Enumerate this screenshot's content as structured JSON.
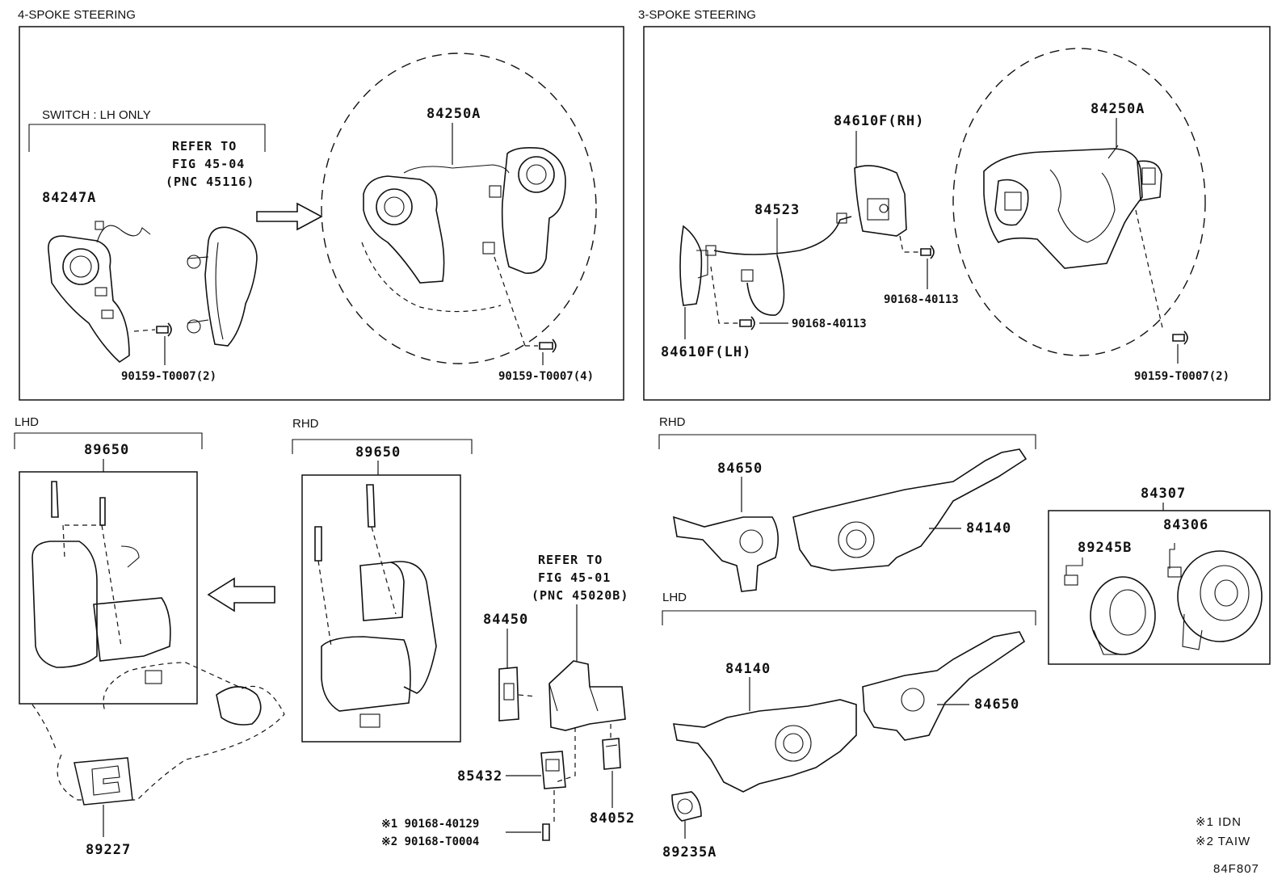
{
  "panels": {
    "four_spoke": {
      "title": "4-SPOKE STEERING",
      "note": "SWITCH : LH ONLY",
      "refer": [
        "REFER TO",
        "FIG 45-04",
        "(PNC 45116)"
      ]
    },
    "three_spoke": {
      "title": "3-SPOKE STEERING"
    },
    "lhd_left": {
      "title": "LHD"
    },
    "rhd_left": {
      "title": "RHD"
    },
    "rhd_right": {
      "title": "RHD"
    },
    "lhd_right": {
      "title": "LHD"
    },
    "center_refer": [
      "REFER TO",
      "FIG 45-01",
      "(PNC 45020B)"
    ]
  },
  "parts": {
    "p84247A": "84247A",
    "p84250A_a": "84250A",
    "p90159_2a": "90159-T0007(2)",
    "p90159_4": "90159-T0007(4)",
    "p84610F_RH": "84610F(RH)",
    "p84250A_b": "84250A",
    "p84523": "84523",
    "p90168_40113_a": "90168-40113",
    "p90168_40113_b": "90168-40113",
    "p84610F_LH": "84610F(LH)",
    "p90159_2b": "90159-T0007(2)",
    "p89650_a": "89650",
    "p89650_b": "89650",
    "p89227": "89227",
    "p84450": "84450",
    "p85432": "85432",
    "p84052": "84052",
    "p90168_40129": "※1 90168-40129",
    "p90168_T0004": "※2 90168-T0004",
    "p84650_a": "84650",
    "p84140_a": "84140",
    "p84307": "84307",
    "p84306": "84306",
    "p89245B": "89245B",
    "p84140_b": "84140",
    "p84650_b": "84650",
    "p89235A": "89235A"
  },
  "legend": {
    "l1": "※1 IDN",
    "l2": "※2 TAIW"
  },
  "figure_code": "84F807"
}
